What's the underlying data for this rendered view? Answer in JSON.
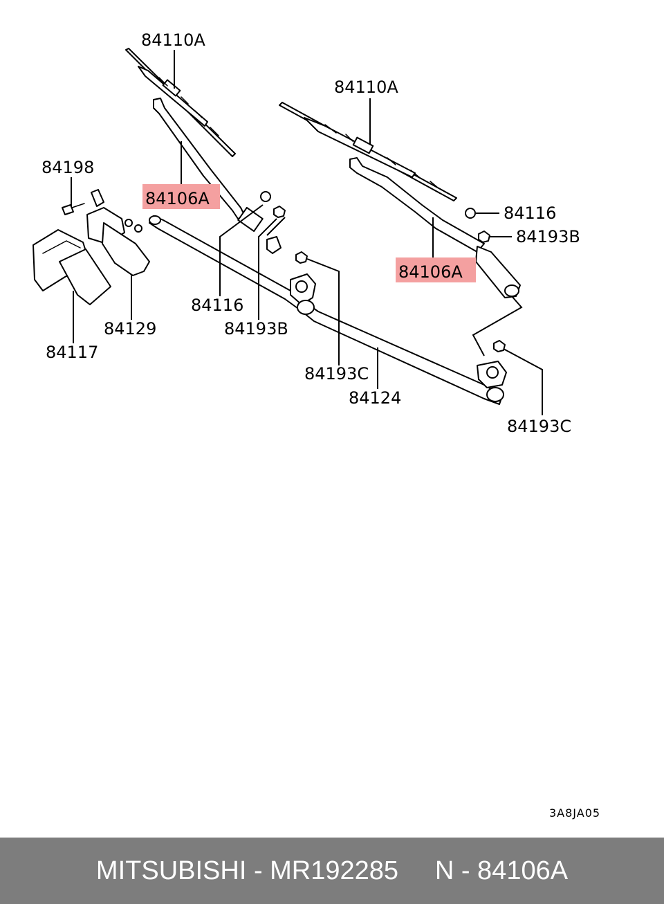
{
  "labels": {
    "blade_left": "84110A",
    "blade_right": "84110A",
    "screw": "84198",
    "arm_left": "84106A",
    "arm_right": "84106A",
    "cap_right": "84116",
    "nut_right_b": "84193B",
    "cap_left": "84116",
    "nut_left_b": "84193B",
    "bracket": "84129",
    "motor": "84117",
    "nut_pivot_c": "84193C",
    "link": "84124",
    "nut_right_c": "84193C"
  },
  "diagram_code": "3A8JA05",
  "footer": {
    "brand": "MITSUBISHI",
    "part_number": "MR192285",
    "ref_prefix": "N",
    "ref": "84106A",
    "text": "MITSUBISHI - MR192285     N - 84106A"
  },
  "colors": {
    "highlight": "#f4a0a0",
    "footer_bg": "#7d7d7d",
    "footer_text": "#ffffff"
  }
}
